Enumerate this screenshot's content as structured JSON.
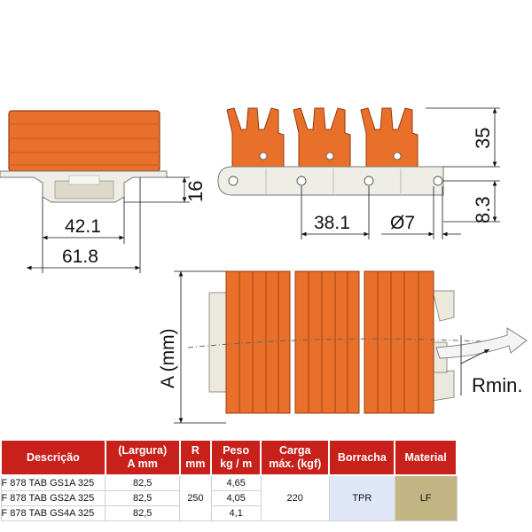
{
  "colors": {
    "orange": "#e8702a",
    "orange_dark": "#b94c17",
    "chain_white": "#efeee6",
    "header_red": "#c8201a",
    "tpr_bg": "#dfe6f6",
    "lf_bg": "#c2b583"
  },
  "dimensions": {
    "height_16": "16",
    "width_42_1": "42.1",
    "width_61_8": "61.8",
    "pitch_38_1": "38.1",
    "pin_diameter": "Ø7",
    "height_35": "35",
    "height_8_3": "8.3",
    "width_a": "A (mm)",
    "radius_min": "Rmin."
  },
  "table": {
    "headers": {
      "descricao": "Descrição",
      "largura_line1": "(Largura)",
      "largura_line2": "A mm",
      "r_line1": "R",
      "r_line2": "mm",
      "peso_line1": "Peso",
      "peso_line2": "kg / m",
      "carga_line1": "Carga",
      "carga_line2": "máx. (kgf)",
      "borracha": "Borracha",
      "material": "Material"
    },
    "rows": [
      {
        "descricao": "F 878 TAB GS1A 325",
        "largura": "82,5",
        "peso": "4,65"
      },
      {
        "descricao": "F 878 TAB GS2A 325",
        "largura": "82,5",
        "peso": "4,05"
      },
      {
        "descricao": "F 878 TAB GS4A 325",
        "largura": "82,5",
        "peso": "4,1"
      }
    ],
    "r_value": "250",
    "carga_value": "220",
    "borracha_value": "TPR",
    "material_value": "LF"
  }
}
